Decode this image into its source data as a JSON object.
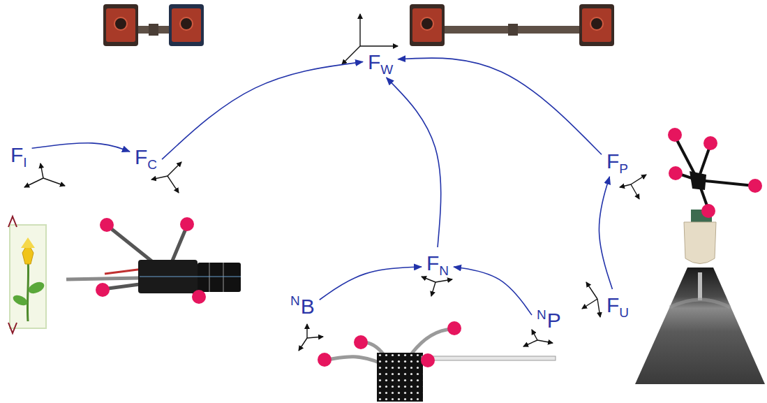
{
  "diagram": {
    "nodes": [
      {
        "text": [
          "FW"
        ]
      },
      {
        "text": [
          "FI"
        ]
      },
      {
        "text": [
          "FC"
        ]
      },
      {
        "text": [
          "FP"
        ]
      },
      {
        "text": [
          "FN"
        ]
      },
      {
        "text": [
          "NB"
        ]
      },
      {
        "text": [
          "NP"
        ]
      },
      {
        "text": [
          "FU"
        ]
      }
    ],
    "edges": [
      {
        "from": 1,
        "to": 2,
        "arrow": "to"
      },
      {
        "from": 2,
        "to": 0,
        "arrow": "to"
      },
      {
        "from": 5,
        "to": 4,
        "arrow": "to"
      },
      {
        "from": 6,
        "to": 4,
        "arrow": "to"
      },
      {
        "from": 4,
        "to": 0,
        "arrow": "to"
      },
      {
        "from": 7,
        "to": 3,
        "arrow": "to"
      },
      {
        "from": 3,
        "to": 0,
        "arrow": "to"
      }
    ]
  }
}
